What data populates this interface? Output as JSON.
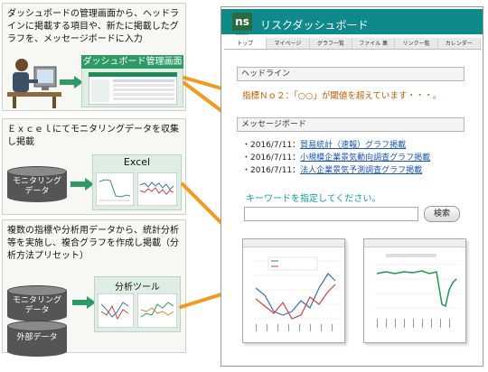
{
  "left": {
    "panel1": {
      "text": "ダッシュボードの管理画面から、ヘッドラインに掲載する項目や、新たに掲載したグラフを、メッセージボードに入力",
      "box_title": "ダッシュボード管理画面"
    },
    "panel2": {
      "text": "Ｅｘｃｅｌにてモニタリングデータを収集し掲載",
      "db_label": "モニタリング\nデータ",
      "box_title": "Excel"
    },
    "panel3": {
      "text": "複数の指標や分析用データから、統計分析等を実施し、複合グラフを作成し掲載（分析方法プリセット）",
      "db1_label": "モニタリング\nデータ",
      "db2_label": "外部データ",
      "box_title": "分析ツール"
    }
  },
  "site": {
    "logo": "ns",
    "logo_sub": "NSRMC",
    "title": "リスクダッシュボード",
    "nav": [
      "トップ",
      "マイページ",
      "グラフ一覧",
      "ファイル 集",
      "リンク一覧",
      "カレンダー"
    ],
    "headline_label": "ヘッドライン",
    "alert": "指標Ｎｏ２：「○○」が閾値を超えています・・・。",
    "message_label": "メッセージボード",
    "messages": [
      {
        "date": "・2016/7/11：",
        "link": "貿易統計（速報）グラフ掲載"
      },
      {
        "date": "・2016/7/11：",
        "link": "小規模企業景気動向調査グラフ掲載"
      },
      {
        "date": "・2016/7/11：",
        "link": "法人企業景気予測調査グラフ掲載"
      }
    ],
    "keyword_label": "キーワードを指定してください。",
    "search_button": "検索"
  },
  "colors": {
    "arrow": "#f39a1e",
    "green": "#2e9b67",
    "teal": "#0f8a8a",
    "alert": "#c55a00",
    "link": "#1a55b5"
  }
}
